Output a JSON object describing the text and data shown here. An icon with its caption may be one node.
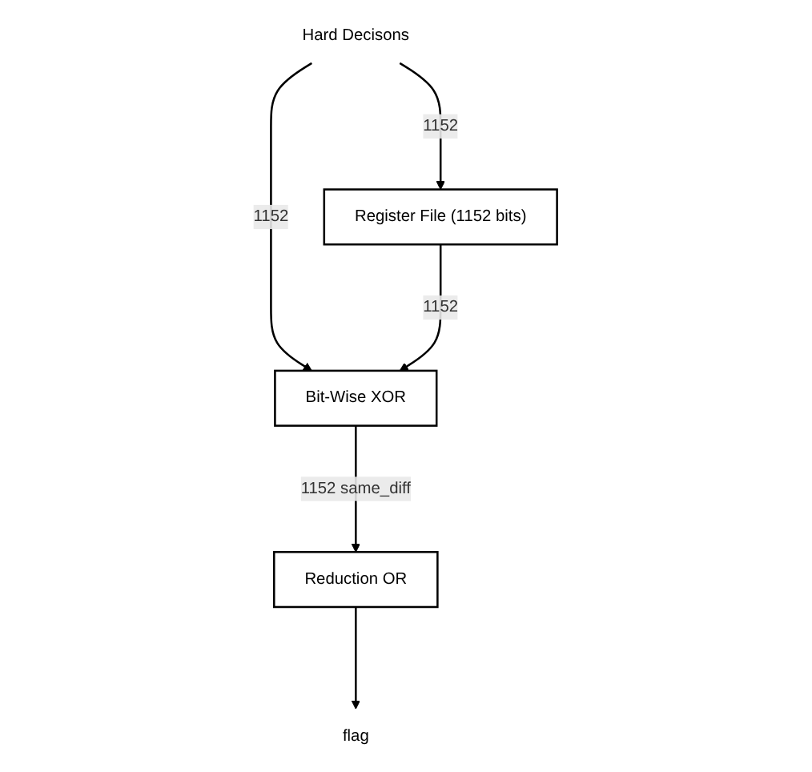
{
  "diagram": {
    "nodes": [
      {
        "text": [
          "Hard Decisons"
        ]
      },
      {
        "text": [
          "Register File (1152 bits)"
        ]
      },
      {
        "text": [
          "Bit-Wise XOR"
        ]
      },
      {
        "text": [
          "Reduction OR"
        ]
      },
      {
        "text": [
          "flag"
        ]
      }
    ],
    "edges": [
      {
        "from": 0,
        "to": 1,
        "arrow": "to",
        "label": "1152"
      },
      {
        "from": 0,
        "to": 2,
        "arrow": "to",
        "label": "1152"
      },
      {
        "from": 1,
        "to": 2,
        "arrow": "to",
        "label": "1152"
      },
      {
        "from": 2,
        "to": 3,
        "arrow": "to",
        "label": "1152 same_diff"
      },
      {
        "from": 3,
        "to": 4,
        "arrow": "to"
      }
    ]
  }
}
